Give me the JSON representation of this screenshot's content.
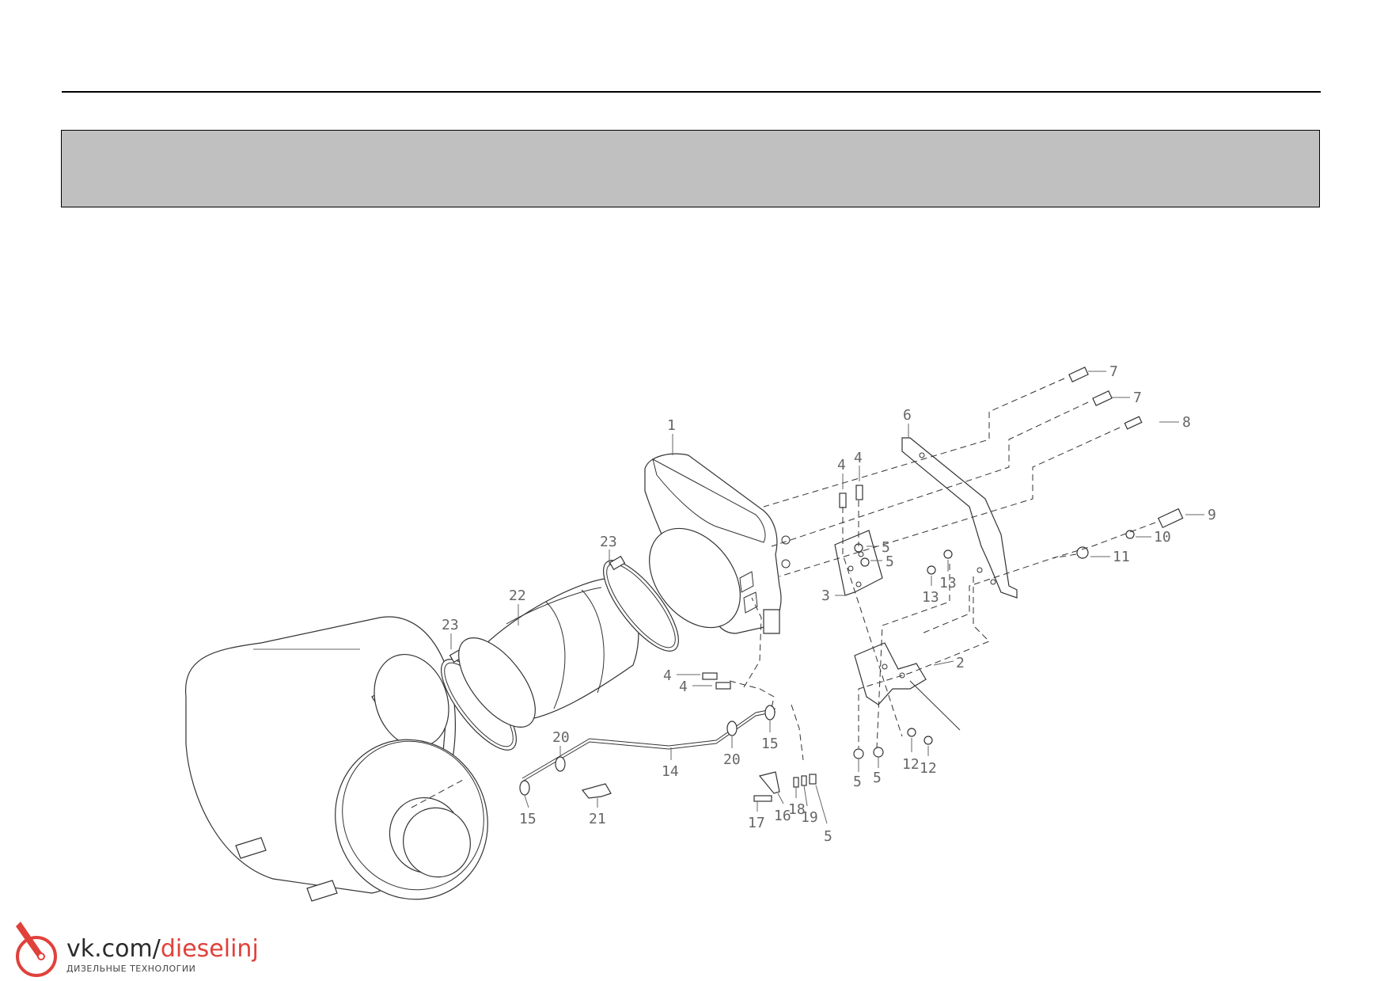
{
  "callouts": {
    "p1": "1",
    "p2": "2",
    "p3": "3",
    "p4a": "4",
    "p4b": "4",
    "p4c": "4",
    "p4d": "4",
    "p5a": "5",
    "p5b": "5",
    "p5c": "5",
    "p5d": "5",
    "p5e": "5",
    "p6": "6",
    "p7a": "7",
    "p7b": "7",
    "p8": "8",
    "p9": "9",
    "p10": "10",
    "p11": "11",
    "p12a": "12",
    "p12b": "12",
    "p13a": "13",
    "p13b": "13",
    "p14": "14",
    "p15a": "15",
    "p15b": "15",
    "p16": "16",
    "p17": "17",
    "p18": "18",
    "p19": "19",
    "p20a": "20",
    "p20b": "20",
    "p21": "21",
    "p22": "22",
    "p23a": "23",
    "p23b": "23"
  },
  "logo": {
    "prefix": "vk.com/",
    "accent": "dieselinj",
    "subtitle": "ДИЗЕЛЬНЫЕ ТЕХНОЛОГИИ",
    "accent_color": "#e0413b"
  },
  "colors": {
    "header_bar": "#c0c0c0",
    "line": "#333333"
  }
}
